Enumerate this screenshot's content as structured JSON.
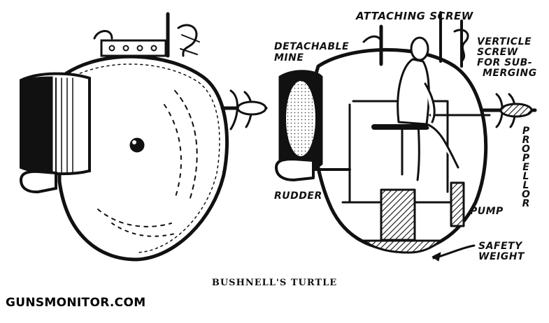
{
  "caption": "BUSHNELL'S TURTLE",
  "watermark": "GUNSMONITOR.COM",
  "labels": {
    "attaching_screw": "ATTACHING SCREW",
    "detachable_mine_1": "DETACHABLE",
    "detachable_mine_2": "MINE",
    "verticle_1": "VERTICLE",
    "verticle_2": "SCREW",
    "verticle_3": "FOR SUB-",
    "verticle_4": "MERGING",
    "propellor": "PROPELLOR",
    "rudder": "RUDDER",
    "pump": "PUMP",
    "safety_1": "SAFETY",
    "safety_2": "WEIGHT"
  },
  "colors": {
    "ink": "#111111",
    "paper": "#ffffff"
  }
}
